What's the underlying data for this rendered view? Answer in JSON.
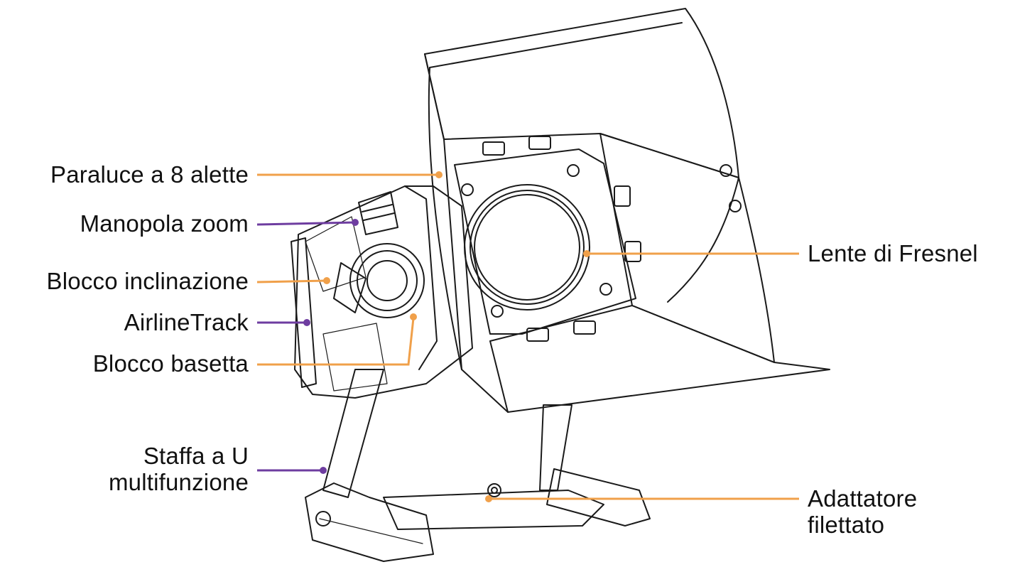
{
  "colors": {
    "orange_leader": "#f0a04a",
    "purple_leader": "#6e3da0",
    "drawing_stroke": "#1a1a1a",
    "background": "#ffffff"
  },
  "labels": {
    "barndoors": "Paraluce a 8 alette",
    "zoom_knob": "Manopola zoom",
    "tilt_lock": "Blocco inclinazione",
    "airline_track": "AirlineTrack",
    "base_lock": "Blocco basetta",
    "u_bracket_line1": "Staffa a U",
    "u_bracket_line2": "multifunzione",
    "fresnel_lens": "Lente di Fresnel",
    "thread_adapter_line1": "Adattatore",
    "thread_adapter_line2": "filettato"
  }
}
